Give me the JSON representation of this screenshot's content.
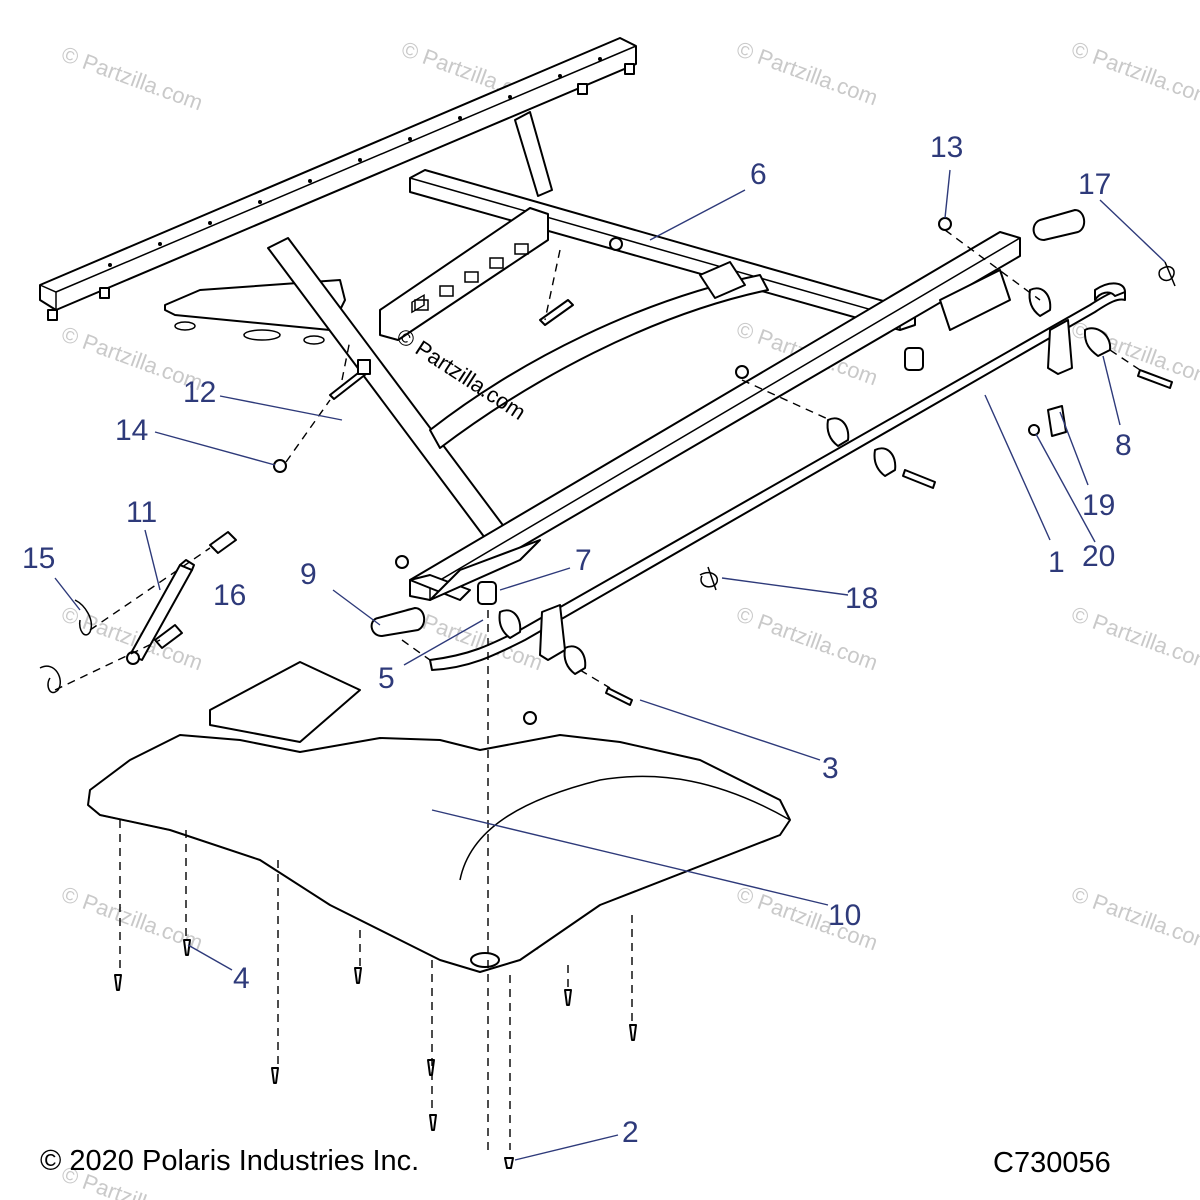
{
  "watermark": "© Partzilla.com",
  "center_watermark": "© Partzilla.com",
  "footer": {
    "copyright": "© 2020 Polaris Industries Inc.",
    "diagram_code": "C730056"
  },
  "callouts": [
    {
      "id": "1",
      "label": "1"
    },
    {
      "id": "2",
      "label": "2"
    },
    {
      "id": "3",
      "label": "3"
    },
    {
      "id": "4",
      "label": "4"
    },
    {
      "id": "5",
      "label": "5"
    },
    {
      "id": "6",
      "label": "6"
    },
    {
      "id": "7",
      "label": "7"
    },
    {
      "id": "8",
      "label": "8"
    },
    {
      "id": "9",
      "label": "9"
    },
    {
      "id": "10",
      "label": "10"
    },
    {
      "id": "11",
      "label": "11"
    },
    {
      "id": "12",
      "label": "12"
    },
    {
      "id": "13",
      "label": "13"
    },
    {
      "id": "14",
      "label": "14"
    },
    {
      "id": "15",
      "label": "15"
    },
    {
      "id": "16",
      "label": "16"
    },
    {
      "id": "17",
      "label": "17"
    },
    {
      "id": "18",
      "label": "18"
    },
    {
      "id": "19",
      "label": "19"
    },
    {
      "id": "20",
      "label": "20"
    }
  ]
}
